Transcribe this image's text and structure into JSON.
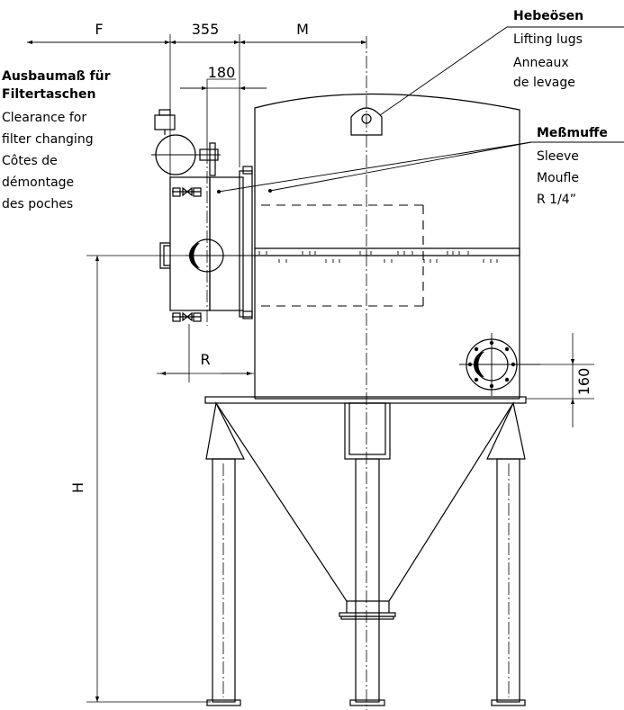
{
  "dimensions": {
    "f": "F",
    "d355": "355",
    "m": "M",
    "d180": "180",
    "r": "R",
    "h": "H",
    "d160": "160"
  },
  "lifting_lugs": {
    "title": "Hebeösen",
    "en": "Lifting lugs",
    "fr_line1": "Anneaux",
    "fr_line2": "de levage"
  },
  "clearance": {
    "title_line1": "Ausbaumaß für",
    "title_line2": "Filtertaschen",
    "en_line1": "Clearance for",
    "en_line2": "filter changing",
    "fr_line1": "Côtes de",
    "fr_line2": "démontage",
    "fr_line3": "des poches"
  },
  "sleeve": {
    "title": "Meßmuffe",
    "en": "Sleeve",
    "fr": "Moufle",
    "size": "R 1/4”"
  }
}
